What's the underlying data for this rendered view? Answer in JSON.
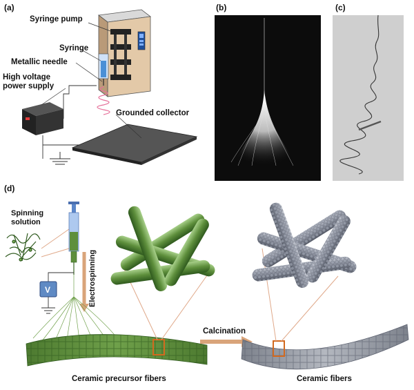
{
  "panels": {
    "a": "(a)",
    "b": "(b)",
    "c": "(c)",
    "d": "(d)"
  },
  "panel_a": {
    "syringe_pump": "Syringe pump",
    "syringe": "Syringe",
    "metallic_needle": "Metallic needle",
    "high_voltage_line1": "High voltage",
    "high_voltage_line2": "power supply",
    "grounded_collector": "Grounded collector"
  },
  "panel_d": {
    "spinning_line1": "Spinning",
    "spinning_line2": "solution",
    "voltmeter": "V",
    "electrospinning": "Electrospinning",
    "calcination": "Calcination",
    "precursor_fibers": "Ceramic precursor fibers",
    "ceramic_fibers": "Ceramic fibers"
  },
  "colors": {
    "fiber_green": "#5e8f3c",
    "ceramic_gray": "#8a8f9c",
    "arrow_orange": "#d9a47a",
    "highlight_red": "#d2691e"
  }
}
